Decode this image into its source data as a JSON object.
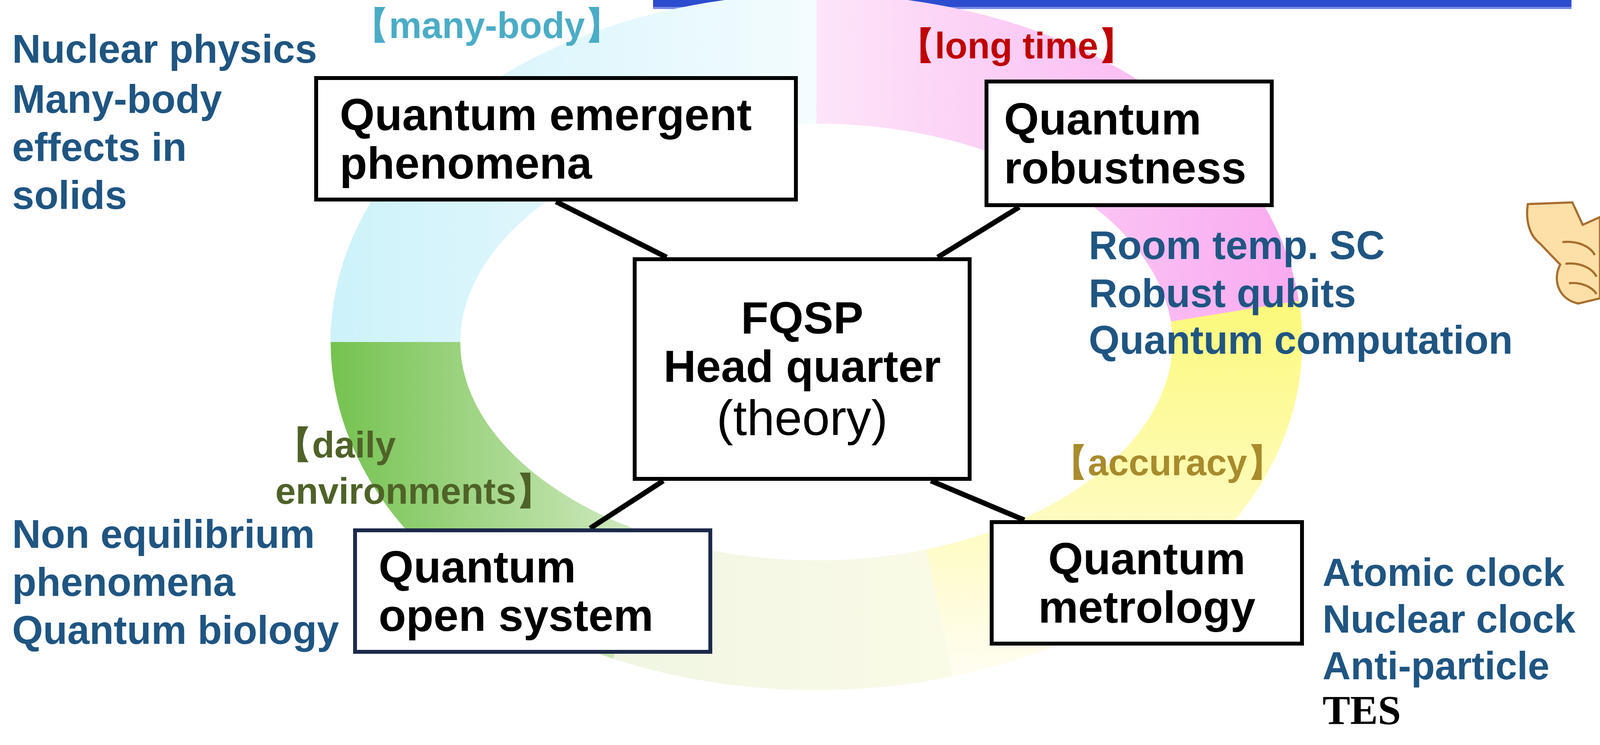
{
  "diagram": {
    "nodes": [
      {
        "text": [
          "Quantum emergent phenomena"
        ]
      },
      {
        "text": [
          "Quantum robustness"
        ]
      },
      {
        "text": [
          "FQSP",
          "Head quarter",
          "(theory)"
        ]
      },
      {
        "text": [
          "Quantum open system"
        ]
      },
      {
        "text": [
          "Quantum metrology"
        ]
      }
    ],
    "edges": [
      {
        "from": 2,
        "to": 0,
        "arrow": "none"
      },
      {
        "from": 2,
        "to": 1,
        "arrow": "none"
      },
      {
        "from": 2,
        "to": 3,
        "arrow": "none"
      },
      {
        "from": 2,
        "to": 4,
        "arrow": "none"
      }
    ],
    "labels": [
      "【many-body】",
      "【long time】",
      "Nuclear physics",
      "Many-body effects in solids",
      "Room temp. SC",
      "Robust qubits",
      "Quantum computation",
      "【daily environments】",
      "【accuracy】",
      "Non equilibrium phenomena",
      "Quantum biology",
      "Atomic clock",
      "Nuclear clock",
      "Anti-particle",
      "TES"
    ]
  }
}
